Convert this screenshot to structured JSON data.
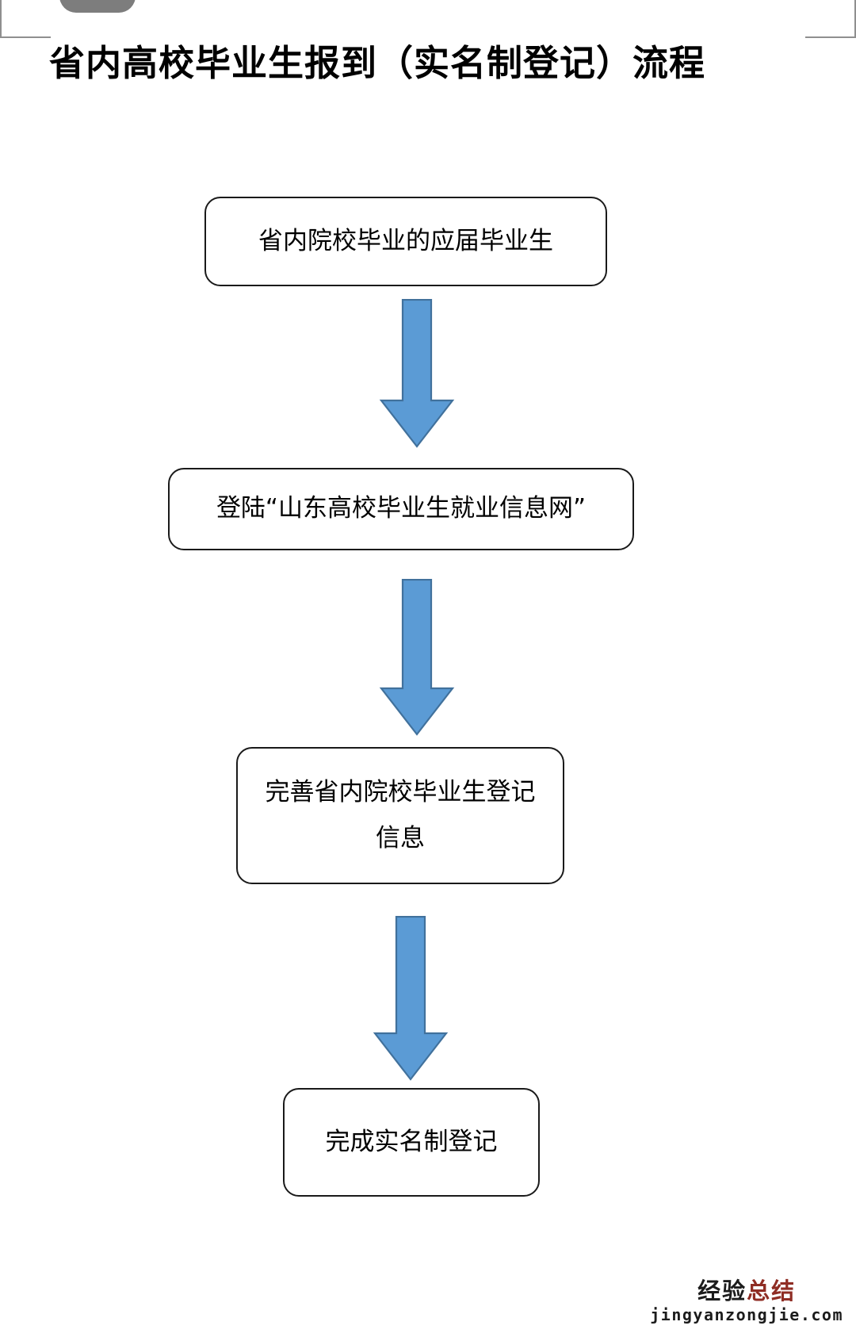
{
  "document": {
    "title": "省内高校毕业生报到（实名制登记）流程"
  },
  "flowchart": {
    "type": "flowchart",
    "orientation": "vertical-top-to-bottom",
    "node_shape": "rounded-rectangle",
    "connector_style": "blue-block-arrow-down",
    "colors": {
      "arrow_fill": "#5B9BD5",
      "arrow_border": "#41719C",
      "node_border": "#1A1A1A",
      "node_fill": "#FFFFFF",
      "text": "#000000"
    },
    "nodes": [
      {
        "id": "node-1",
        "label": "省内院校毕业的应届毕业生"
      },
      {
        "id": "node-2",
        "label": "登陆“山东高校毕业生就业信息网”"
      },
      {
        "id": "node-3",
        "label": "完善省内院校毕业生登记\n信息",
        "line1": "完善省内院校毕业生登记",
        "line2": "信息"
      },
      {
        "id": "node-4",
        "label": "完成实名制登记"
      }
    ],
    "edges": [
      {
        "id": "arrow-1",
        "from": "node-1",
        "to": "node-2"
      },
      {
        "id": "arrow-2",
        "from": "node-2",
        "to": "node-3"
      },
      {
        "id": "arrow-3",
        "from": "node-3",
        "to": "node-4"
      }
    ]
  },
  "watermark": {
    "brand_part1": "经验",
    "brand_part2": "总结",
    "url": "jingyanzongjie.com"
  }
}
